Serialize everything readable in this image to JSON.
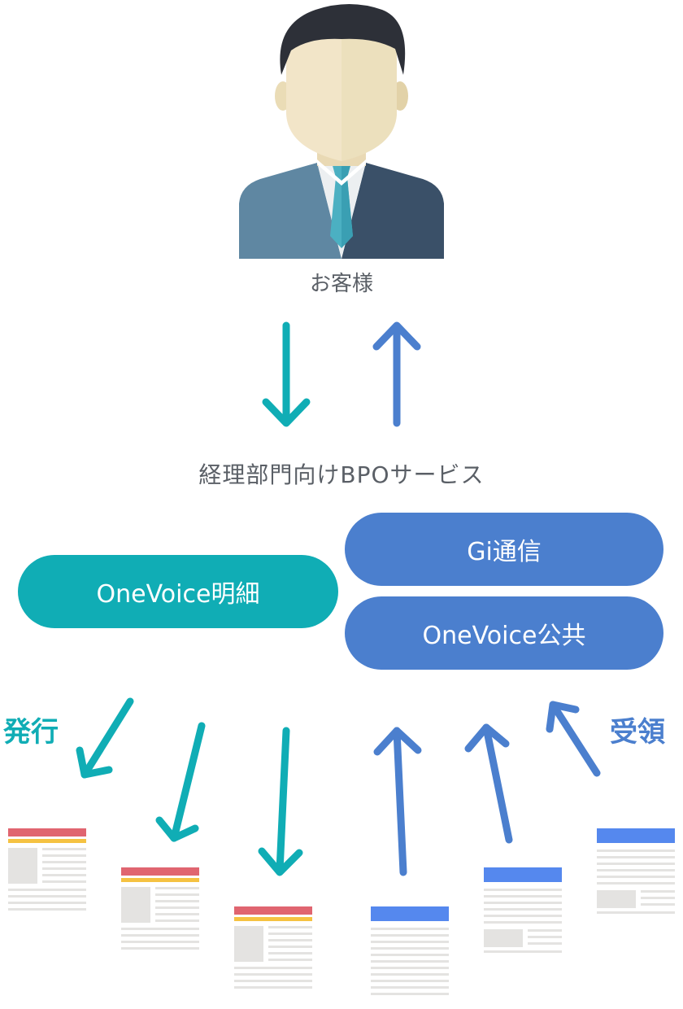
{
  "customer": {
    "label": "お客様"
  },
  "service": {
    "label": "経理部門向けBPOサービス"
  },
  "pills": {
    "meisai": "OneVoice明細",
    "gi": "Gi通信",
    "kokyo": "OneVoice公共"
  },
  "sides": {
    "issue": "発行",
    "receive": "受領"
  },
  "colors": {
    "teal": "#10adb5",
    "blue": "#4b7fce",
    "red_stripe": "#e06570",
    "yellow_stripe": "#f5c242",
    "blue_stripe": "#5588ee",
    "doc_gray": "#e4e3e1",
    "suit_left": "#5f87a2",
    "suit_right": "#3a5068",
    "hair": "#2d3038",
    "skin": "#f2e5c8"
  }
}
